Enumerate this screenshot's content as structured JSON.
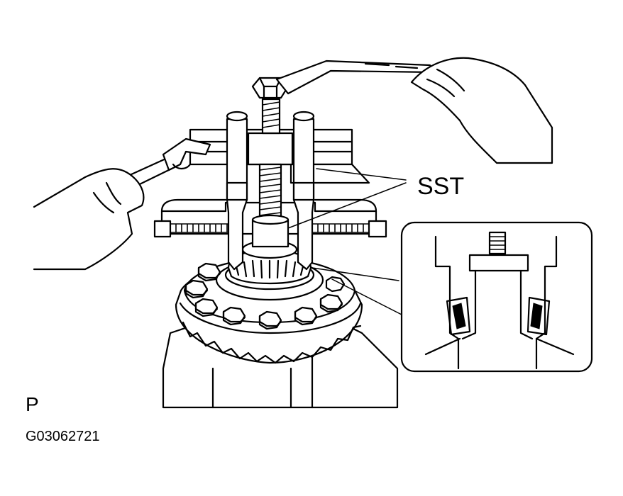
{
  "labels": {
    "sst": "SST",
    "view_code": "P",
    "figure_id": "G03062721"
  },
  "colors": {
    "line": "#000000",
    "background": "#ffffff"
  },
  "icons": [
    "bearing-puller-tool",
    "adjustable-wrench",
    "ring-gear",
    "detail-inset"
  ]
}
